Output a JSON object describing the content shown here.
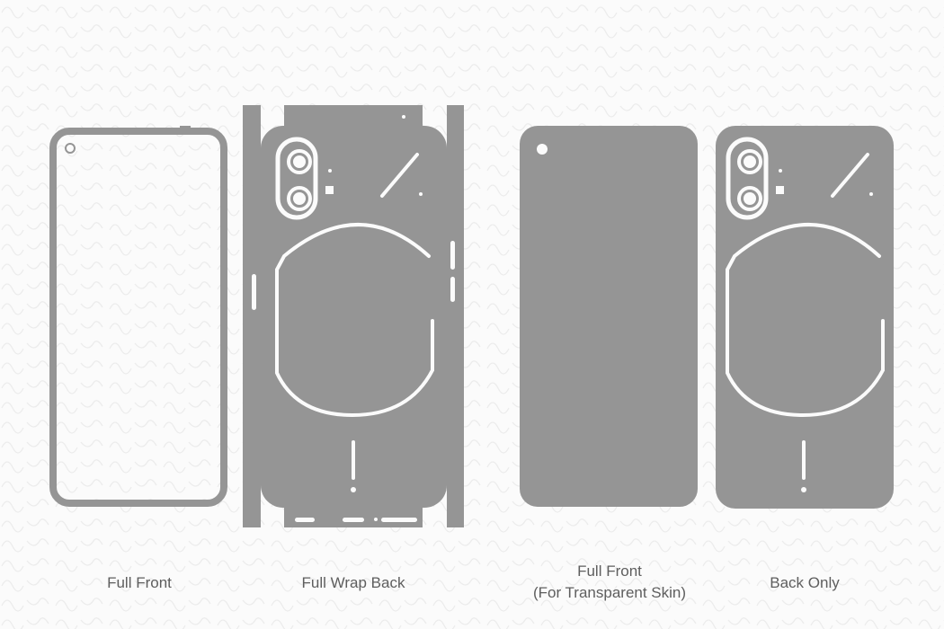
{
  "colors": {
    "skin": "#959595",
    "cutout": "#fbfbfb",
    "watermark": "#ececec",
    "label": "#5e5e5e"
  },
  "labels": {
    "full_front": "Full Front",
    "full_wrap_back": "Full Wrap Back",
    "transparent_front_line1": "Full Front",
    "transparent_front_line2": "(For Transparent Skin)",
    "back_only": "Back Only"
  }
}
